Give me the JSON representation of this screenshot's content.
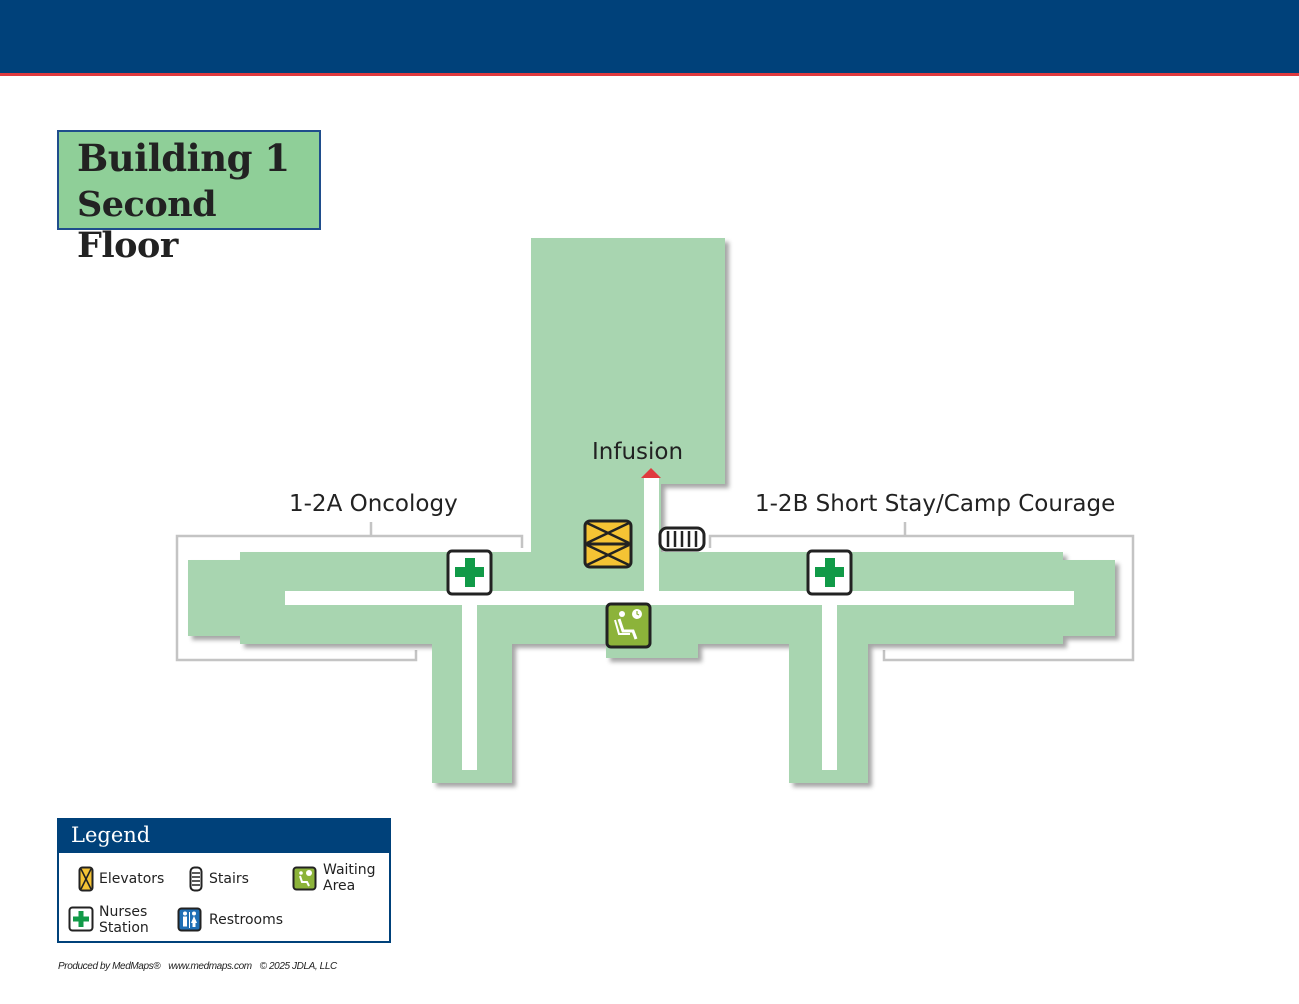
{
  "title": {
    "building": "Building 1",
    "floor": "Second Floor"
  },
  "labels": {
    "infusion": "Infusion",
    "oncology": "1-2A Oncology",
    "short_stay": "1-2B Short Stay/Camp Courage"
  },
  "legend": {
    "title": "Legend",
    "elevators": "Elevators",
    "stairs": "Stairs",
    "waiting_line1": "Waiting",
    "waiting_line2": "Area",
    "nurses_line1": "Nurses",
    "nurses_line2": "Station",
    "restrooms": "Restrooms"
  },
  "footer": {
    "produced": "Produced by MedMaps®",
    "url": "www.medmaps.com",
    "copyright": "© 2025 JDLA, LLC"
  },
  "colors": {
    "header_blue": "#00417a",
    "accent_red": "#e03a3e",
    "floor_green": "#a8d5b0",
    "title_green": "#8fcf98",
    "nurse_cross": "#119a48",
    "elevator_yellow": "#f5c334",
    "waiting_olive": "#8cb33a",
    "restroom_blue": "#1f6fb5"
  },
  "icons": [
    "elevator-icon",
    "stairs-icon",
    "waiting-area-icon",
    "nurses-station-icon",
    "restrooms-icon",
    "arrow-up-icon"
  ]
}
